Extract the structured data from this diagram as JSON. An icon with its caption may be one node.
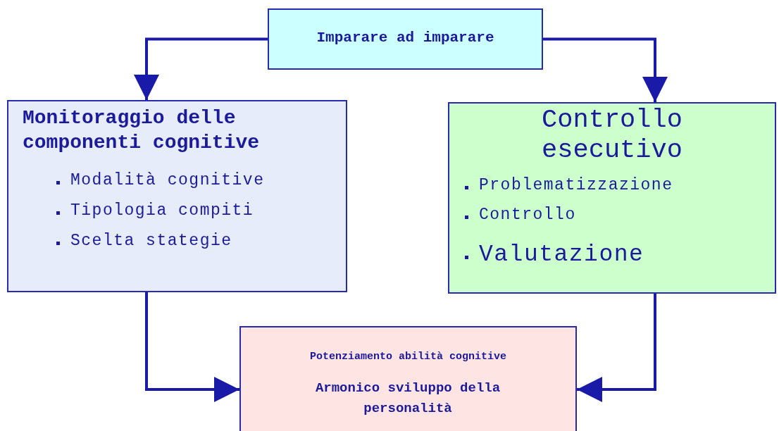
{
  "diagram": {
    "nodes": [
      {
        "text": [
          "Imparare ad imparare"
        ]
      },
      {
        "text": [
          "Monitoraggio delle componenti cognitive",
          "Modalità cognitive",
          "Tipologia compiti",
          "Scelta stategie"
        ]
      },
      {
        "text": [
          "Controllo esecutivo",
          "Problematizzazione",
          "Controllo",
          "Valutazione"
        ]
      },
      {
        "text": [
          "Potenziamento abilità cognitive",
          "Armonico sviluppo della personalità"
        ]
      }
    ],
    "edges": [
      {
        "from": 0,
        "to": 1,
        "arrow": "to"
      },
      {
        "from": 0,
        "to": 2,
        "arrow": "to"
      },
      {
        "from": 1,
        "to": 3,
        "arrow": "to"
      },
      {
        "from": 2,
        "to": 3,
        "arrow": "to"
      }
    ]
  }
}
